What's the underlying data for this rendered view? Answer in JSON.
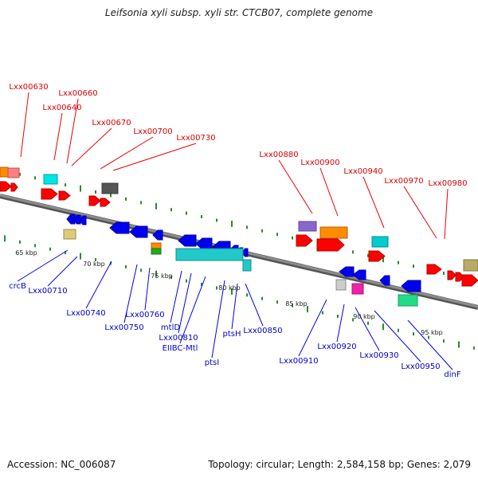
{
  "title": "Leifsonia xyli subsp. xyli str. CTCB07, complete genome",
  "footer": {
    "accession": "Accession: NC_006087",
    "summary": "Topology: circular; Length: 2,584,158 bp; Genes: 2,079"
  },
  "colors": {
    "top_label": "#dd0000",
    "bottom_label": "#0000cc",
    "leader_top": "#ee0000",
    "leader_bottom": "#0000ee",
    "backbone": "#8c8c8c",
    "tick": "#2a8a2a"
  },
  "ruler": {
    "unit": "kbp",
    "labels": [
      "65 kbp",
      "70 kbp",
      "75 kbp",
      "80 kbp",
      "85 kbp",
      "90 kbp",
      "95 kbp"
    ]
  },
  "genes_top_labeled": [
    "Lxx00630",
    "Lxx00660",
    "Lxx00640",
    "Lxx00670",
    "Lxx00700",
    "Lxx00730",
    "Lxx00880",
    "Lxx00900",
    "Lxx00940",
    "Lxx00970",
    "Lxx00980"
  ],
  "genes_bottom_labeled": [
    "crcB",
    "Lxx00710",
    "Lxx00740",
    "Lxx00750",
    "Lxx00760",
    "mtlD",
    "Lxx00810",
    "EIIBC-Mtl",
    "ptsI",
    "ptsH",
    "Lxx00850",
    "Lxx00910",
    "Lxx00920",
    "Lxx00930",
    "Lxx00950",
    "dinF"
  ]
}
